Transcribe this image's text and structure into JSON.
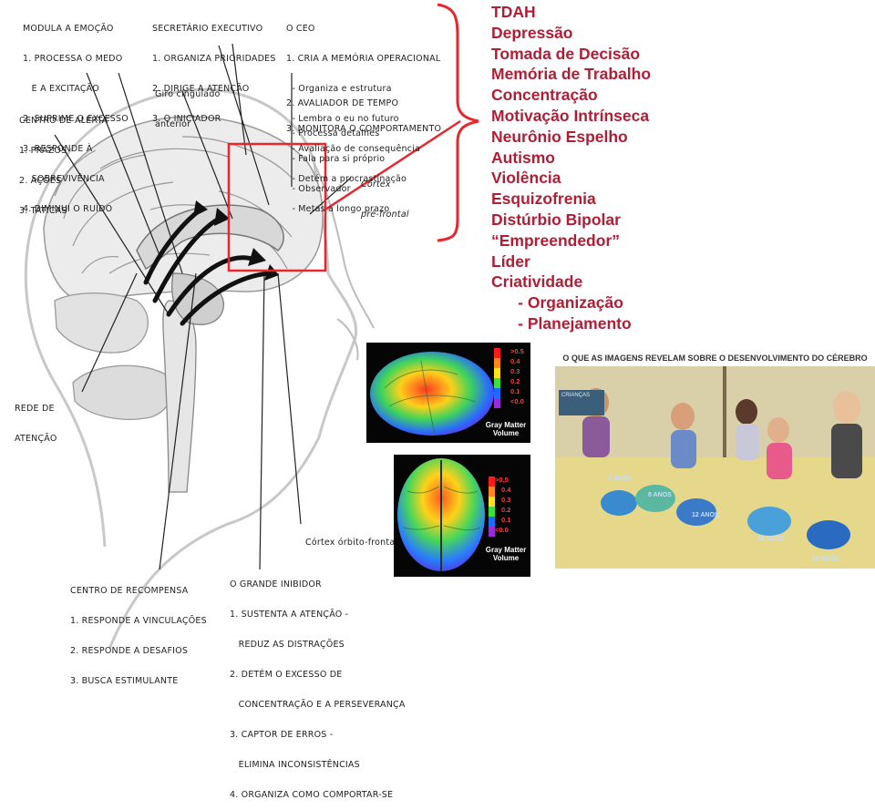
{
  "labels": {
    "emotion": {
      "lines": [
        "MODULA A EMOÇÃO",
        "1. PROCESSA O MEDO",
        "   E A EXCITAÇÃO",
        "2. SUPRIME O EXCESSO",
        "3. RESPONDE À",
        "   SOBREVIVÊNCIA",
        "4. DIMINUI O RUÍDO"
      ]
    },
    "secretary": {
      "lines": [
        "SECRETÁRIO EXECUTIVO",
        "1. ORGANIZA PRIORIDADES",
        "2. DIRIGE A ATENÇÃO",
        "3. O INICIADOR"
      ]
    },
    "ceo": {
      "lines": [
        "O CEO",
        "1. CRIA A MEMÓRIA OPERACIONAL",
        "  - Organiza e estrutura",
        "  - Lembra o eu no futuro",
        "  - Avaliação de consequência",
        "  - Detém a procrastinação",
        "  - Metas a longo prazo"
      ]
    },
    "cingulate": {
      "lines": [
        "Giro cingulado",
        "anterior"
      ]
    },
    "alert": {
      "lines": [
        "CENTRO DE ALERTA",
        "1. PRAZOS",
        "2. AÇÕES",
        "3. TÁTICAS"
      ]
    },
    "timekeeper": {
      "lines": [
        "2. AVALIADOR DE TEMPO",
        "  - Processa detalhes"
      ]
    },
    "monitor": {
      "lines": [
        "3. MONITORA O COMPORTAMENTO",
        "  - Fala para si próprio",
        "  - Observador"
      ]
    },
    "prefrontal": {
      "lines": [
        "Córtex",
        "pré-frontal"
      ]
    },
    "attention": {
      "lines": [
        "REDE DE",
        "ATENÇÃO"
      ]
    },
    "orbito": {
      "lines": [
        "Córtex órbito-frontal"
      ]
    },
    "reward": {
      "lines": [
        "CENTRO DE RECOMPENSA",
        "1. RESPONDE A VINCULAÇÕES",
        "2. RESPONDE A DESAFIOS",
        "3. BUSCA ESTIMULANTE"
      ]
    },
    "inhibitor": {
      "lines": [
        "O GRANDE INIBIDOR",
        "1. SUSTENTA A ATENÇÃO -",
        "   REDUZ AS DISTRAÇÕES",
        "2. DETÉM O EXCESSO DE",
        "   CONCENTRAÇÃO E A PERSEVERANÇA",
        "3. CAPTOR DE ERROS -",
        "   ELIMINA INCONSISTÊNCIAS",
        "4. ORGANIZA COMO COMPORTAR-SE"
      ]
    }
  },
  "conditions": [
    "TDAH",
    "Depressão",
    "Tomada de Decisão",
    "Memória de Trabalho",
    "Concentração",
    "Motivação Intrínseca",
    "Neurônio Espelho",
    "Autismo",
    "Violência",
    "Esquizofrenia",
    "Distúrbio Bipolar",
    "“Empreendedor”",
    "Líder",
    "Criatividade",
    "      - Organização",
    "      - Planejamento"
  ],
  "scan_legend": {
    "ticks": [
      ">0.5",
      "0.4",
      "0.3",
      "0.2",
      "0.1",
      "<0.0"
    ],
    "caption_lines": [
      "Gray Matter",
      "Volume"
    ]
  },
  "magazine": {
    "title": "O QUE AS IMAGENS REVELAM SOBRE O DESENVOLVIMENTO DO CÉREBRO",
    "ages": [
      "5 ANOS",
      "8 ANOS",
      "12 ANOS",
      "16 ANOS",
      "20 ANOS"
    ],
    "box_heading": "CRIANÇAS"
  },
  "colors": {
    "highlight": "#e8262d",
    "list_text": "#b01e35"
  }
}
